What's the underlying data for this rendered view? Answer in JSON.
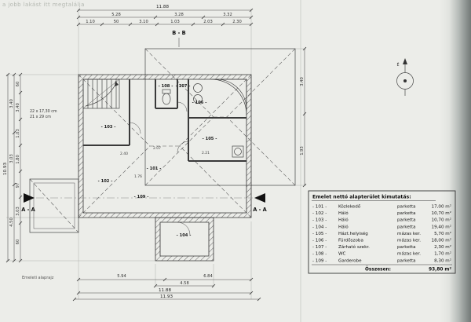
{
  "colors": {
    "paper": "#ecede9",
    "ink": "#2b2b2b"
  },
  "watermark": "a jobb lakást itt megtalálja",
  "sheet": {
    "footer_label": "Emeleti alaprajz"
  },
  "sections": {
    "top": "B - B",
    "left": "A - A",
    "right": "A - A"
  },
  "north": {
    "label": "É"
  },
  "stairs": {
    "note1": "22 x 17,30 cm",
    "note2": "21 x 29 cm"
  },
  "dims": {
    "top": {
      "overall": "11.88",
      "mid": [
        "5.28",
        "3.28",
        "3.32"
      ],
      "fine": [
        "1.10",
        "50",
        "3.10",
        "1.03",
        "2.03",
        "2.30"
      ]
    },
    "left": {
      "overall": "10.93",
      "mid": [
        "3.40",
        "3.03",
        "4.50"
      ],
      "fine": [
        "60",
        "3.40",
        "1.03",
        "1.80",
        "97",
        "3.03",
        "60"
      ]
    },
    "right": {
      "vals": [
        "3.40",
        "1.93"
      ]
    },
    "bottom": {
      "r1": [
        "5.94",
        "6.84"
      ],
      "r2": [
        "4.58"
      ],
      "r3": [
        "11.88"
      ],
      "r4": [
        "11.93"
      ]
    }
  },
  "plan": {
    "rooms": [
      {
        "label": "- 101 -"
      },
      {
        "label": "- 102 -"
      },
      {
        "label": "- 103 -"
      },
      {
        "label": "- 104 -"
      },
      {
        "label": "- 105 -"
      },
      {
        "label": "- 106 -"
      },
      {
        "label": "- 107 -"
      },
      {
        "label": "- 108 -"
      },
      {
        "label": "- 109 -"
      }
    ],
    "inner_dims": [
      "2.40",
      "2.07",
      "2.21",
      "1.76"
    ]
  },
  "table": {
    "title": "Emelet nettó alapterület kimutatás:",
    "rows": [
      {
        "id": "- 101 -",
        "name": "Közlekedő",
        "material": "parketta",
        "area": "17,00 m²"
      },
      {
        "id": "- 102 -",
        "name": "Háló",
        "material": "parketta",
        "area": "10,70 m²"
      },
      {
        "id": "- 103 -",
        "name": "Háló",
        "material": "parketta",
        "area": "10,70 m²"
      },
      {
        "id": "- 104 -",
        "name": "Háló",
        "material": "parketta",
        "area": "19,40 m²"
      },
      {
        "id": "- 105 -",
        "name": "Házt.helyiség",
        "material": "mázas ker.",
        "area": "5,70 m²"
      },
      {
        "id": "- 106 -",
        "name": "Fürdőszoba",
        "material": "mázas ker.",
        "area": "18,00 m²"
      },
      {
        "id": "- 107 -",
        "name": "Zárható szekr.",
        "material": "parketta",
        "area": "2,30 m²"
      },
      {
        "id": "- 108 -",
        "name": "WC",
        "material": "mázas ker.",
        "area": "1,70 m²"
      },
      {
        "id": "- 109 -",
        "name": "Garderobe",
        "material": "parketta",
        "area": "8,30 m²"
      }
    ],
    "total_label": "Összesen:",
    "total_value": "93,80 m²"
  }
}
